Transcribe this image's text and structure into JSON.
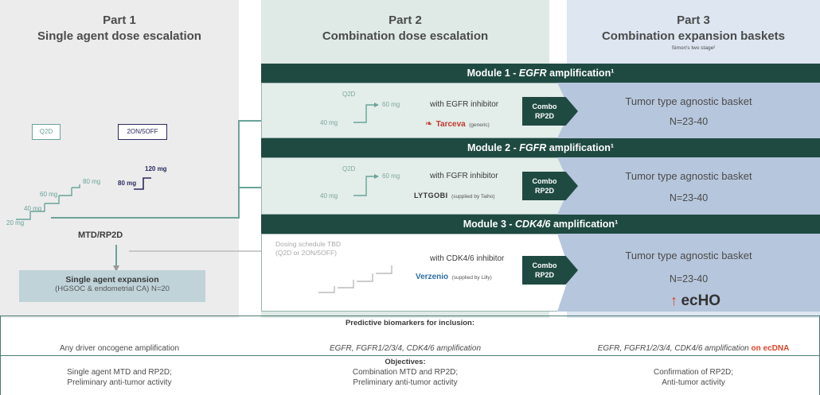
{
  "part1": {
    "title": "Part 1",
    "subtitle": "Single agent dose escalation"
  },
  "part2": {
    "title": "Part 2",
    "subtitle": "Combination dose escalation"
  },
  "part3": {
    "title": "Part 3",
    "subtitle": "Combination expansion baskets",
    "note": "Simon's two stage²"
  },
  "schedules": {
    "q2d": "Q2D",
    "on_off": "2ON/5OFF"
  },
  "doses": [
    "20 mg",
    "40 mg",
    "60 mg",
    "80 mg"
  ],
  "navy_doses": [
    "80 mg",
    "120 mg"
  ],
  "mtd": "MTD/RP2D",
  "expansion": {
    "title": "Single agent expansion",
    "detail": "(HGSOC & endometrial CA) N=20"
  },
  "modules": [
    {
      "header_pre": "Module 1 - ",
      "header_gene": "EGFR",
      "header_post": " amplification¹",
      "q2d": "Q2D",
      "dose_low": "40 mg",
      "dose_high": "60 mg",
      "inhibitor": "with EGFR inhibitor",
      "drug": "Tarceva",
      "drug_note": "(generic)",
      "combo": [
        "Combo",
        "RP2D"
      ],
      "basket": "Tumor type agnostic basket",
      "n": "N=23-40"
    },
    {
      "header_pre": "Module 2 - ",
      "header_gene": "FGFR",
      "header_post": " amplification¹",
      "q2d": "Q2D",
      "dose_low": "40 mg",
      "dose_high": "60 mg",
      "inhibitor": "with FGFR inhibitor",
      "drug": "LYTGOBI",
      "drug_note": "(supplied by Taiho)",
      "combo": [
        "Combo",
        "RP2D"
      ],
      "basket": "Tumor type agnostic basket",
      "n": "N=23-40"
    },
    {
      "header_pre": "Module 3 - ",
      "header_gene": "CDK4/6",
      "header_post": " amplification¹",
      "sched_line1": "Dosing schedule TBD",
      "sched_line2": "(Q2D or 2ON/5OFF)",
      "inhibitor": "with CDK4/6 inhibitor",
      "drug": "Verzenio",
      "drug_note": "(supplied by Lilly)",
      "combo": [
        "Combo",
        "RP2D"
      ],
      "basket": "Tumor type agnostic basket",
      "n": "N=23-40"
    }
  ],
  "echo_logo": "ecHO",
  "biomarkers": {
    "heading": "Predictive biomarkers for inclusion:",
    "part1": "Any driver oncogene amplification",
    "part2": "EGFR, FGFR1/2/3/4, CDK4/6 amplification",
    "part3_main": "EGFR, FGFR1/2/3/4, CDK4/6 amplification",
    "part3_highlight": "on ecDNA"
  },
  "objectives": {
    "heading": "Objectives:",
    "part1": [
      "Single agent MTD and RP2D;",
      "Preliminary anti-tumor activity"
    ],
    "part2": [
      "Combination MTD and RP2D;",
      "Preliminary anti-tumor activity"
    ],
    "part3": [
      "Confirmation of RP2D;",
      "Anti-tumor activity"
    ]
  },
  "colors": {
    "dark_green": "#1f4a42",
    "teal": "#6aa39a",
    "navy": "#2a2a60",
    "basket": "#b6c6dc",
    "red": "#e0442a"
  }
}
